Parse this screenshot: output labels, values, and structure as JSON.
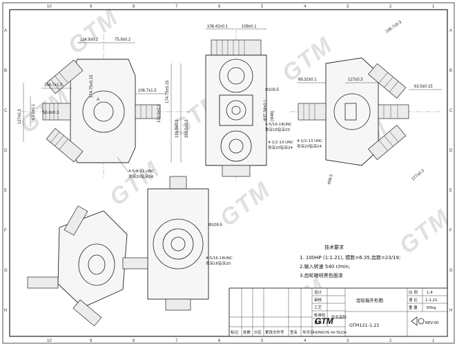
{
  "frame": {
    "top_ticks": [
      "10",
      "9",
      "8",
      "7",
      "6",
      "5",
      "4",
      "3",
      "2",
      "1"
    ],
    "bottom_ticks": [
      "10",
      "9",
      "8",
      "7",
      "6",
      "5",
      "4",
      "3",
      "2",
      "1"
    ],
    "left_ticks": [
      "A",
      "B",
      "C",
      "D",
      "E",
      "F",
      "G",
      "H"
    ],
    "right_ticks": [
      "A",
      "B",
      "C",
      "D",
      "E",
      "F",
      "G",
      "H"
    ]
  },
  "watermark": "GTM",
  "view_front": {
    "dims": [
      "114.9±0.2",
      "75.9±0.2",
      "106.7±1.5",
      "174.75±0.15",
      "106.7±1.5",
      "174.75±0.15",
      "63.5±0.1",
      "195.5±0.3",
      "100.9±0.3",
      "127±0.3",
      "4-5/8-11 UNC",
      "攻深20钻深24",
      "A"
    ],
    "dims_extra": [
      "350.5±0.3",
      "58.8±0.3"
    ]
  },
  "view_side": {
    "dims": [
      "106.42±0.1",
      "108±0.1",
      "Φ109.5",
      "Φ37.34±0.1",
      "(Φ46)",
      "4-5/16-18UNC",
      "攻深16钻深20",
      "4-1/2-13 UNC",
      "攻深20钻深24"
    ]
  },
  "view_right": {
    "dims": [
      "68.32±0.1",
      "127±0.3",
      "63.5±0.15",
      "106.7±0.3",
      "406.5",
      "127±0.3",
      "4-1/2-13 UNC",
      "攻深20钻深24"
    ]
  },
  "view_bottom": {
    "dims": [
      "Φ109.5",
      "4-5/16-18UNC",
      "攻深16钻深20"
    ]
  },
  "notes": {
    "title": "技术要求",
    "items": [
      "1. 100HP (1:1.21), 模数=6.35,齿数=23/19;",
      "2.输入转速 540 r/min;",
      "3.齿轮箱喷黑色面漆"
    ]
  },
  "title_block": {
    "rows": [
      "设计",
      "审核",
      "工艺",
      "标准化",
      "批准"
    ],
    "drawing_title": "齿轮箱外形图",
    "scale_label": "比 例",
    "scale_value": "1:4",
    "ratio_label": "速 比",
    "ratio_value": "1:1.21",
    "weight_label": "重 量",
    "weight_value": "65kg",
    "drawing_no": "GTM121-1.21",
    "rev": "REV:00",
    "company_cn": "宏业高科",
    "company_en": "HONGYE HI-TECH",
    "logo": "GTM",
    "revision_headers": [
      "标记",
      "处数",
      "分区",
      "更改文件号",
      "签名",
      "年月日"
    ]
  }
}
